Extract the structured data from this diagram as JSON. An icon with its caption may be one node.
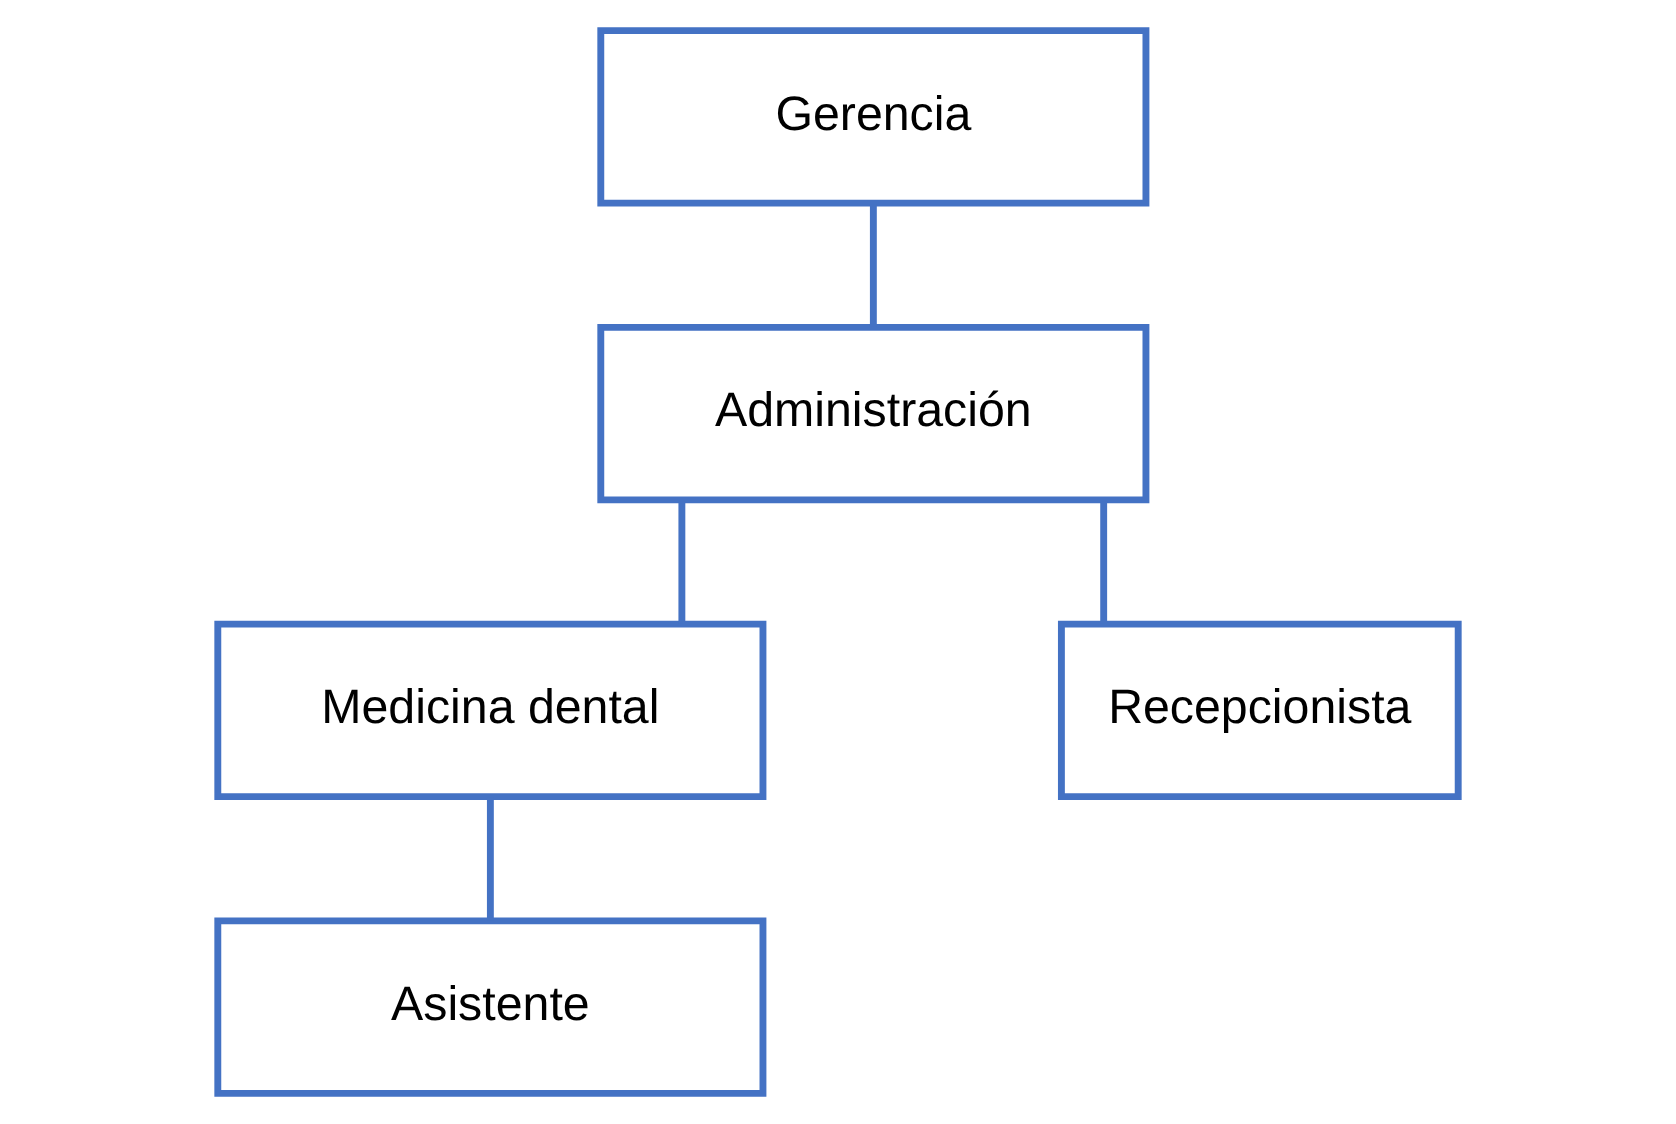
{
  "diagram": {
    "nodes": [
      {
        "text": [
          "Gerencia"
        ]
      },
      {
        "text": [
          "Administración"
        ]
      },
      {
        "text": [
          "Medicina dental"
        ]
      },
      {
        "text": [
          "Recepcionista"
        ]
      },
      {
        "text": [
          "Asistente"
        ]
      }
    ],
    "edges": [
      {
        "from": 0,
        "to": 1,
        "arrow": "none"
      },
      {
        "from": 1,
        "to": 2,
        "arrow": "none"
      },
      {
        "from": 1,
        "to": 3,
        "arrow": "none"
      },
      {
        "from": 2,
        "to": 4,
        "arrow": "none"
      }
    ]
  }
}
